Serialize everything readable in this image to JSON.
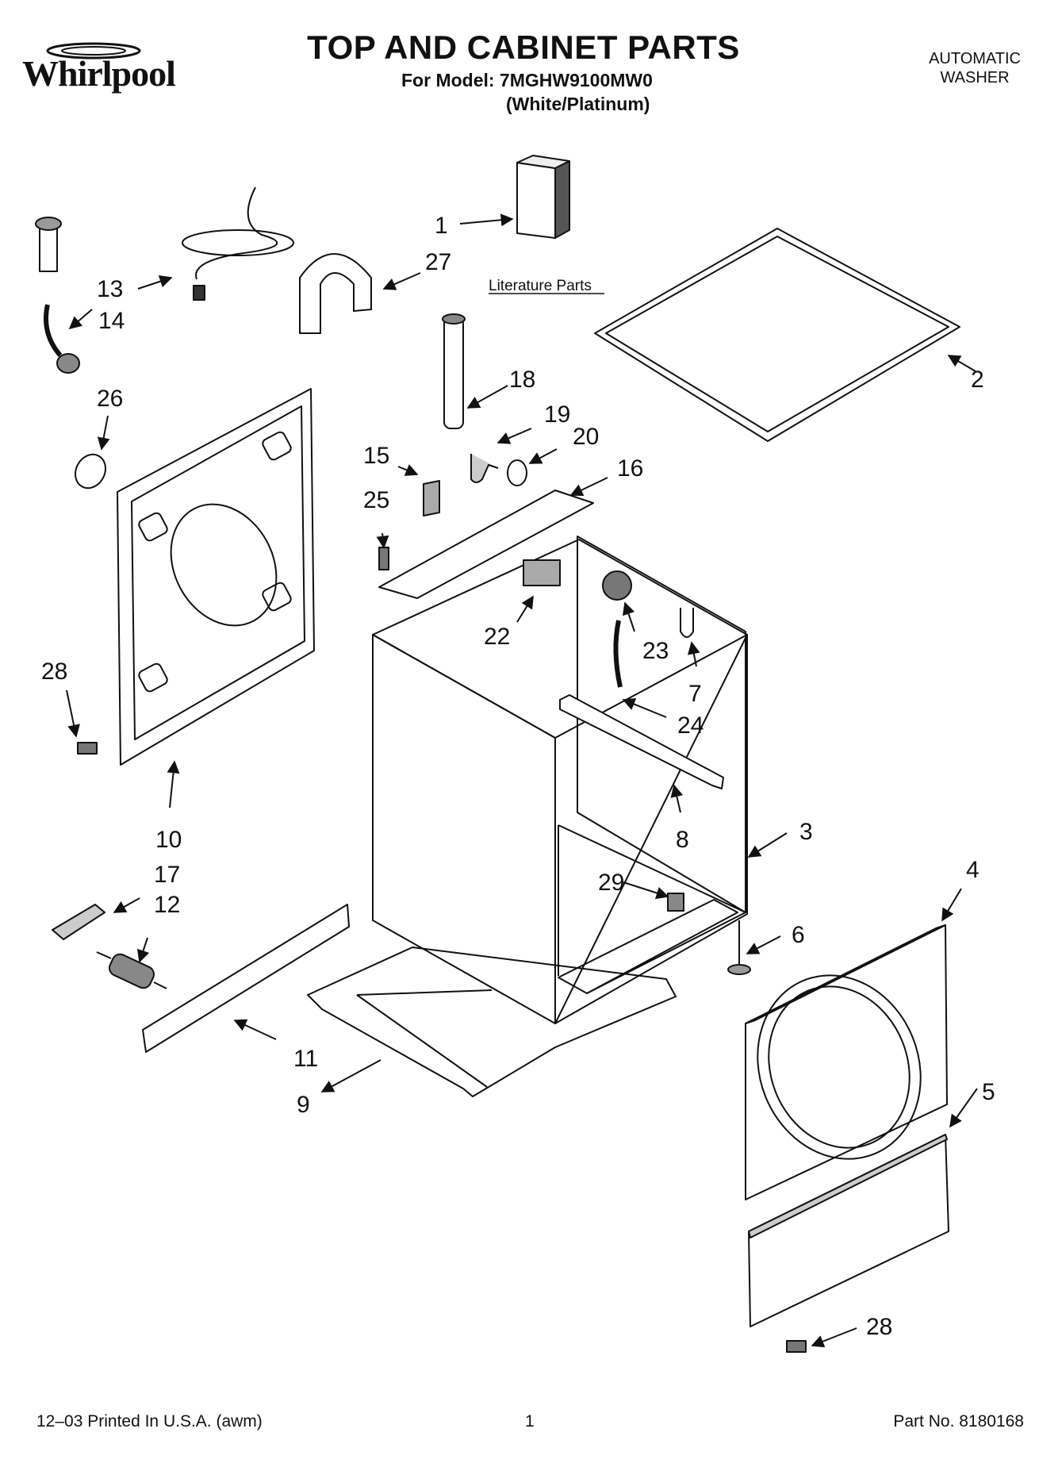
{
  "header": {
    "brand": "Whirlpool",
    "title": "TOP AND CABINET PARTS",
    "model_line": "For Model: 7MGHW9100MW0",
    "variant": "(White/Platinum)",
    "category_line1": "AUTOMATIC",
    "category_line2": "WASHER"
  },
  "diagram": {
    "literature_label": "Literature Parts",
    "callouts": [
      "1",
      "2",
      "3",
      "4",
      "5",
      "6",
      "7",
      "8",
      "9",
      "10",
      "11",
      "12",
      "13",
      "14",
      "15",
      "16",
      "17",
      "18",
      "19",
      "20",
      "22",
      "23",
      "24",
      "25",
      "26",
      "27",
      "28",
      "28",
      "29"
    ]
  },
  "footer": {
    "printed": "12–03 Printed In U.S.A. (awm)",
    "page": "1",
    "part_no": "Part No. 8180168"
  }
}
